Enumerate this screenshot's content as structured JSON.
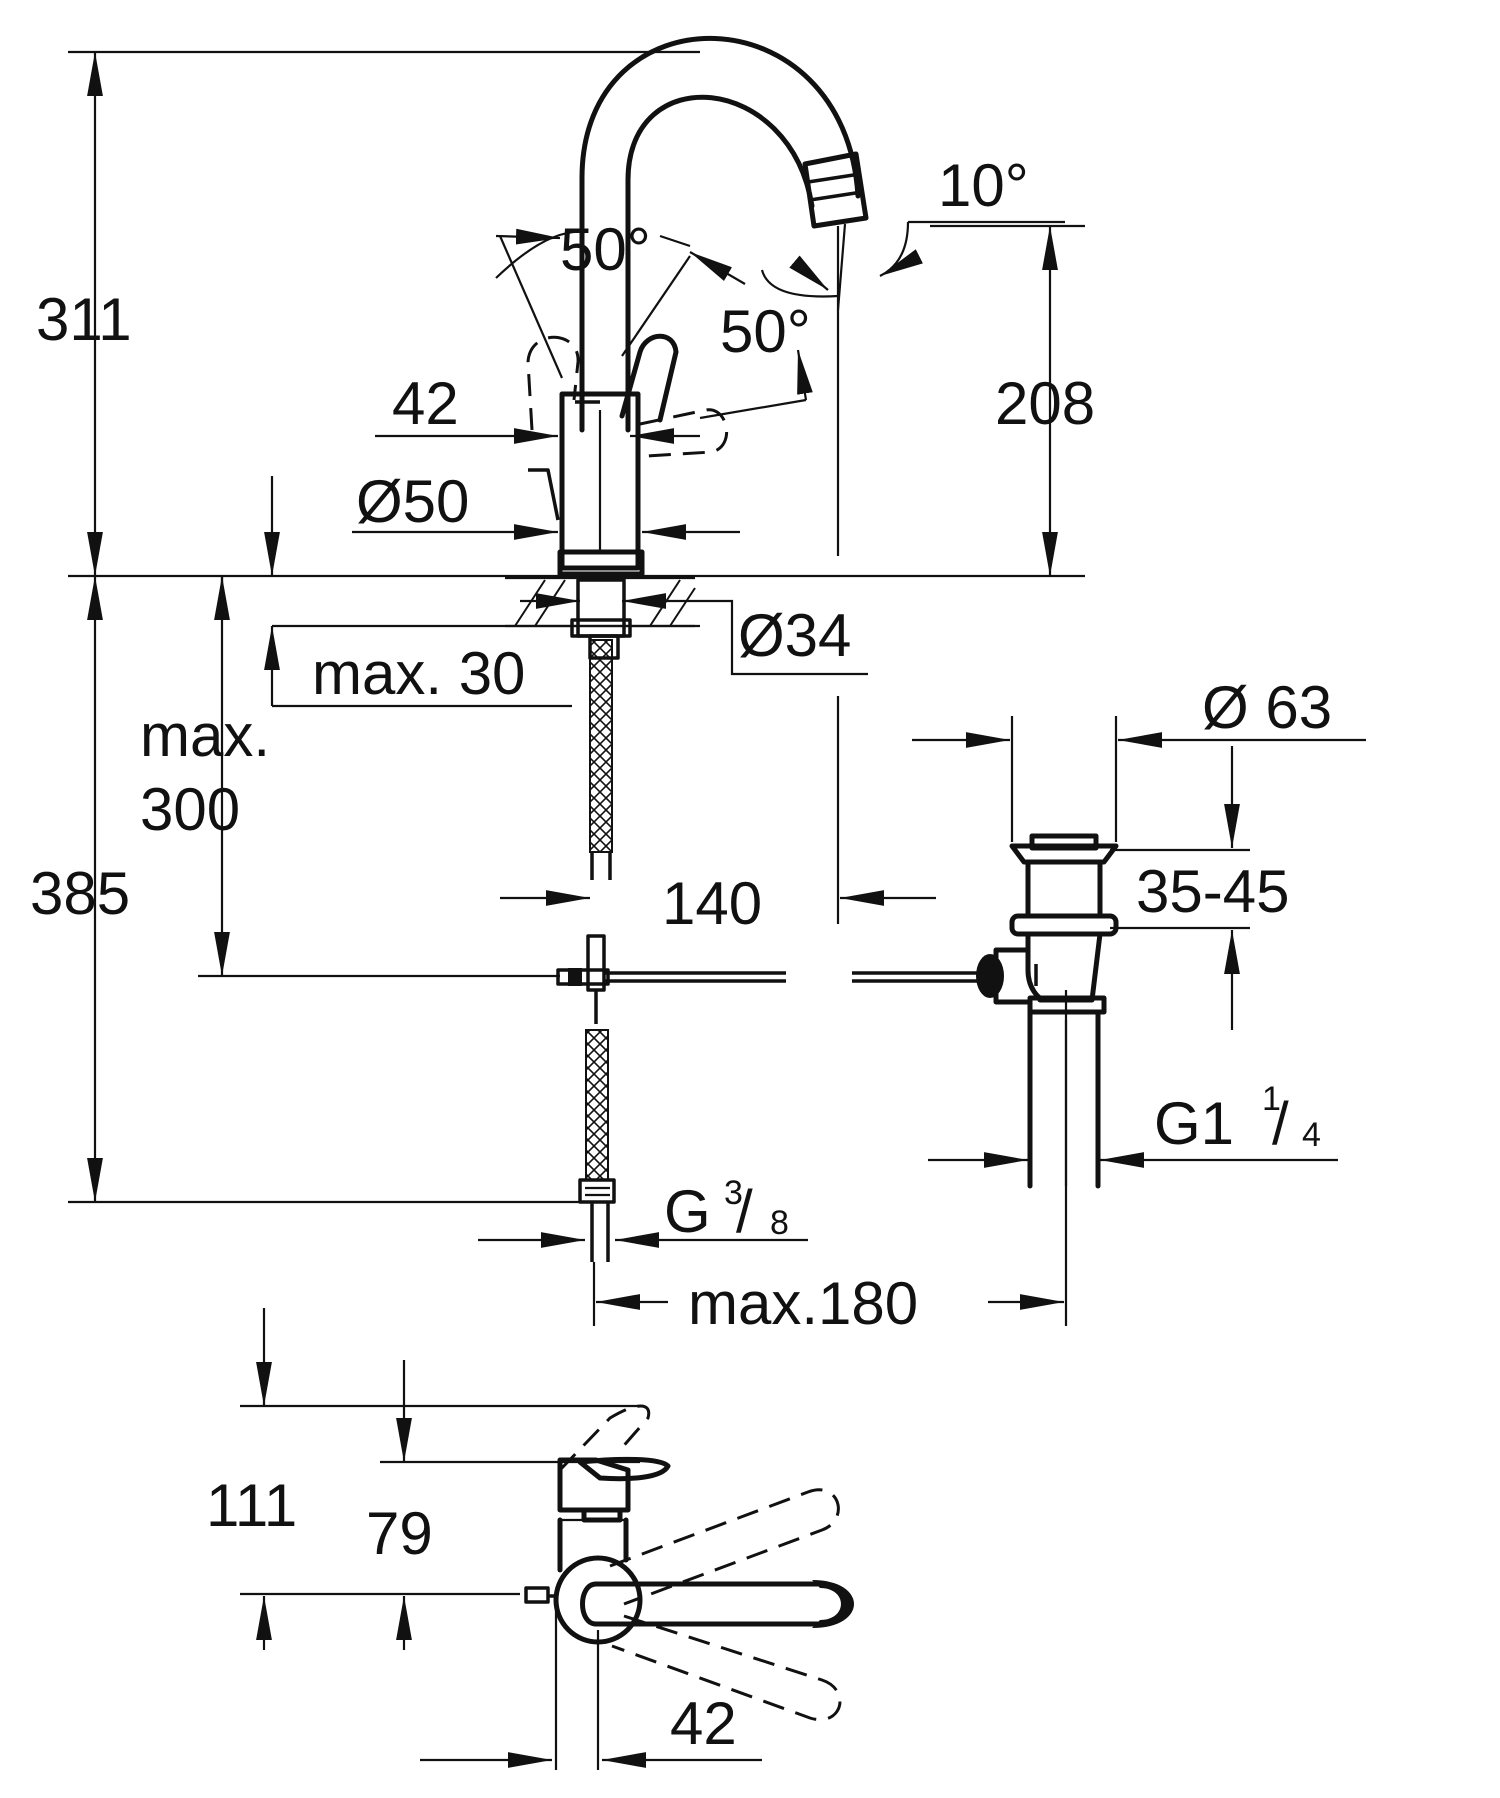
{
  "colors": {
    "line": "#111111",
    "background": "#ffffff"
  },
  "front_view": {
    "height_total": "311",
    "height_spout": "208",
    "angle_lever_left": "50°",
    "angle_lever_right": "50°",
    "angle_spout": "10°",
    "width_body": "42",
    "diameter_base": "Ø50",
    "diameter_hole": "Ø34",
    "max_deck": "max. 30"
  },
  "under_deck": {
    "max_label_line1": "max.",
    "max_label_line2": "300",
    "length_hose": "385",
    "distance_drain": "140",
    "thread_hose_main": "G",
    "thread_hose_num": "3",
    "thread_hose_den": "8",
    "max_drain": "max.180"
  },
  "pop_up_waste": {
    "diameter": "Ø 63",
    "range": "35-45",
    "thread_main": "G1",
    "thread_num": "1",
    "thread_den": "4"
  },
  "top_view": {
    "height_a": "111",
    "height_b": "79",
    "width": "42"
  }
}
